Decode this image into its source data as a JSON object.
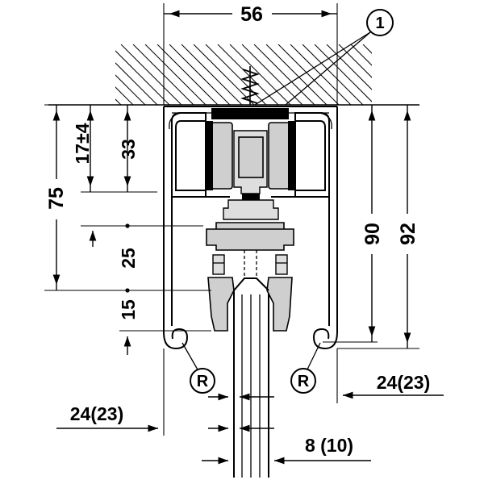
{
  "dimensions": {
    "width_top": "56",
    "height_left_75": "75",
    "height_17": "17±4",
    "height_33": "33",
    "height_25": "25",
    "height_15": "15",
    "height_90": "90",
    "height_92": "92",
    "offset_right": "24(23)",
    "offset_left": "24(23)",
    "panel_thickness": "8 (10)"
  },
  "callouts": {
    "part_number": "1",
    "r_left": "R",
    "r_right": "R"
  },
  "colors": {
    "line": "#000000",
    "part_fill": "#cfcfcf",
    "background": "#ffffff"
  }
}
